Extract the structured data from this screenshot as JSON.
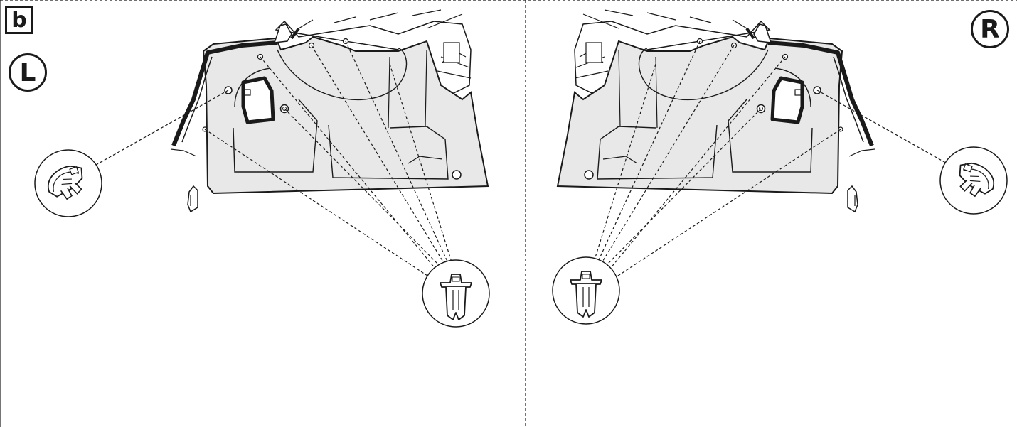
{
  "diagram": {
    "step_label": "b",
    "left_side_label": "L",
    "right_side_label": "R",
    "fastener_callouts": [
      {
        "side": "L",
        "icon": "panel-clip-icon"
      },
      {
        "side": "L",
        "icon": "push-pin-retainer-icon"
      },
      {
        "side": "R",
        "icon": "push-pin-retainer-icon"
      },
      {
        "side": "R",
        "icon": "panel-clip-icon"
      }
    ],
    "colors": {
      "line": "#1a1a1a",
      "panel_fill": "#e8e8e8",
      "background": "#ffffff"
    }
  }
}
